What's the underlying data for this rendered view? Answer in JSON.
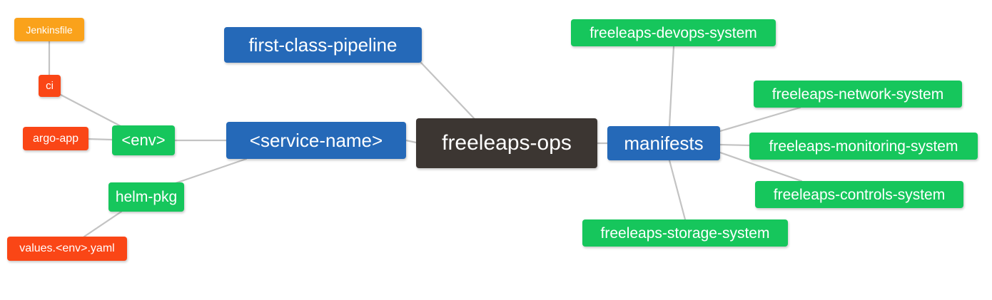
{
  "diagram": {
    "title": "freeleaps-ops",
    "type": "mindmap",
    "background": "#ffffff",
    "edge_color": "#c3c3c3",
    "palette": {
      "root_dark": "#3c3632",
      "blue": "#2569b8",
      "green": "#16c65c",
      "red": "#fa4616",
      "orange": "#faa21b",
      "label_text": "#ffffff"
    }
  },
  "nodes": {
    "root": {
      "label": "freeleaps-ops",
      "color": "#3c3632"
    },
    "manifests": {
      "label": "manifests",
      "color": "#2569b8"
    },
    "service": {
      "label": "<service-name>",
      "color": "#2569b8"
    },
    "pipeline": {
      "label": "first-class-pipeline",
      "color": "#2569b8"
    },
    "env": {
      "label": "<env>",
      "color": "#16c65c"
    },
    "helm": {
      "label": "helm-pkg",
      "color": "#16c65c"
    },
    "argo": {
      "label": "argo-app",
      "color": "#fa4616"
    },
    "ci": {
      "label": "ci",
      "color": "#fa4616"
    },
    "jenkinsfile": {
      "label": "Jenkinsfile",
      "color": "#faa21b"
    },
    "values": {
      "label": "values.<env>.yaml",
      "color": "#fa4616"
    },
    "devops": {
      "label": "freeleaps-devops-system",
      "color": "#16c65c"
    },
    "network": {
      "label": "freeleaps-network-system",
      "color": "#16c65c"
    },
    "monitoring": {
      "label": "freeleaps-monitoring-system",
      "color": "#16c65c"
    },
    "controls": {
      "label": "freeleaps-controls-system",
      "color": "#16c65c"
    },
    "storage": {
      "label": "freeleaps-storage-system",
      "color": "#16c65c"
    }
  },
  "edges": [
    {
      "from": "pipeline",
      "to": "root"
    },
    {
      "from": "service",
      "to": "root"
    },
    {
      "from": "root",
      "to": "manifests"
    },
    {
      "from": "env",
      "to": "service"
    },
    {
      "from": "argo",
      "to": "env"
    },
    {
      "from": "ci",
      "to": "env"
    },
    {
      "from": "jenkinsfile",
      "to": "ci"
    },
    {
      "from": "service",
      "to": "helm"
    },
    {
      "from": "helm",
      "to": "values"
    },
    {
      "from": "manifests",
      "to": "devops"
    },
    {
      "from": "manifests",
      "to": "network"
    },
    {
      "from": "manifests",
      "to": "monitoring"
    },
    {
      "from": "manifests",
      "to": "controls"
    },
    {
      "from": "manifests",
      "to": "storage"
    }
  ]
}
